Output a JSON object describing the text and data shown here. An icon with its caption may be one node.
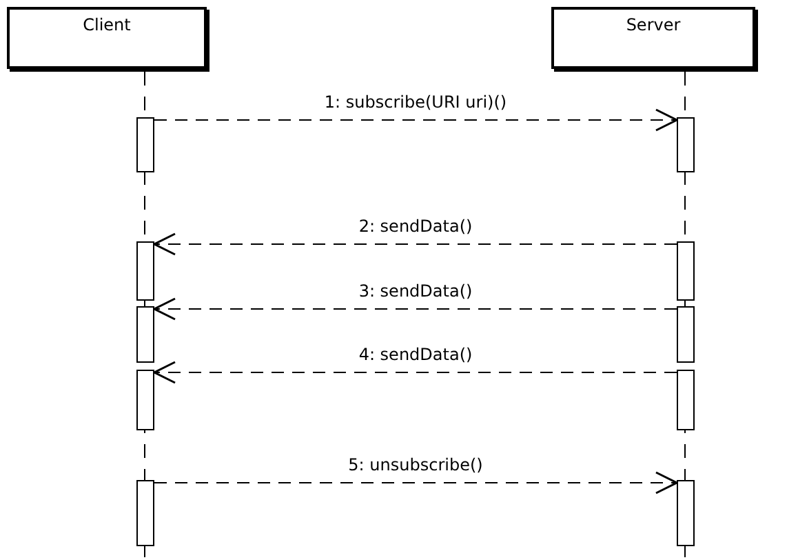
{
  "diagram": {
    "nodes": [
      {
        "text": [
          "Client"
        ]
      },
      {
        "text": [
          "Server"
        ]
      },
      {
        "text": [],
        "shape": "bar"
      },
      {
        "text": [],
        "shape": "bar"
      },
      {
        "text": [],
        "shape": "bar"
      },
      {
        "text": [],
        "shape": "bar"
      },
      {
        "text": [],
        "shape": "bar"
      },
      {
        "text": [],
        "shape": "bar"
      },
      {
        "text": [],
        "shape": "bar"
      },
      {
        "text": [],
        "shape": "bar"
      },
      {
        "text": [],
        "shape": "bar"
      },
      {
        "text": [],
        "shape": "bar"
      }
    ],
    "edges": [
      {
        "from": 2,
        "to": 3,
        "arrow": "to",
        "label": "1: subscribe(URI uri)()",
        "style": "dashed"
      },
      {
        "from": 5,
        "to": 4,
        "arrow": "to",
        "label": "2: sendData()",
        "style": "dashed"
      },
      {
        "from": 7,
        "to": 6,
        "arrow": "to",
        "label": "3: sendData()",
        "style": "dashed"
      },
      {
        "from": 9,
        "to": 8,
        "arrow": "to",
        "label": "4: sendData()",
        "style": "dashed"
      },
      {
        "from": 10,
        "to": 11,
        "arrow": "to",
        "label": "5: unsubscribe()",
        "style": "dashed"
      }
    ]
  }
}
